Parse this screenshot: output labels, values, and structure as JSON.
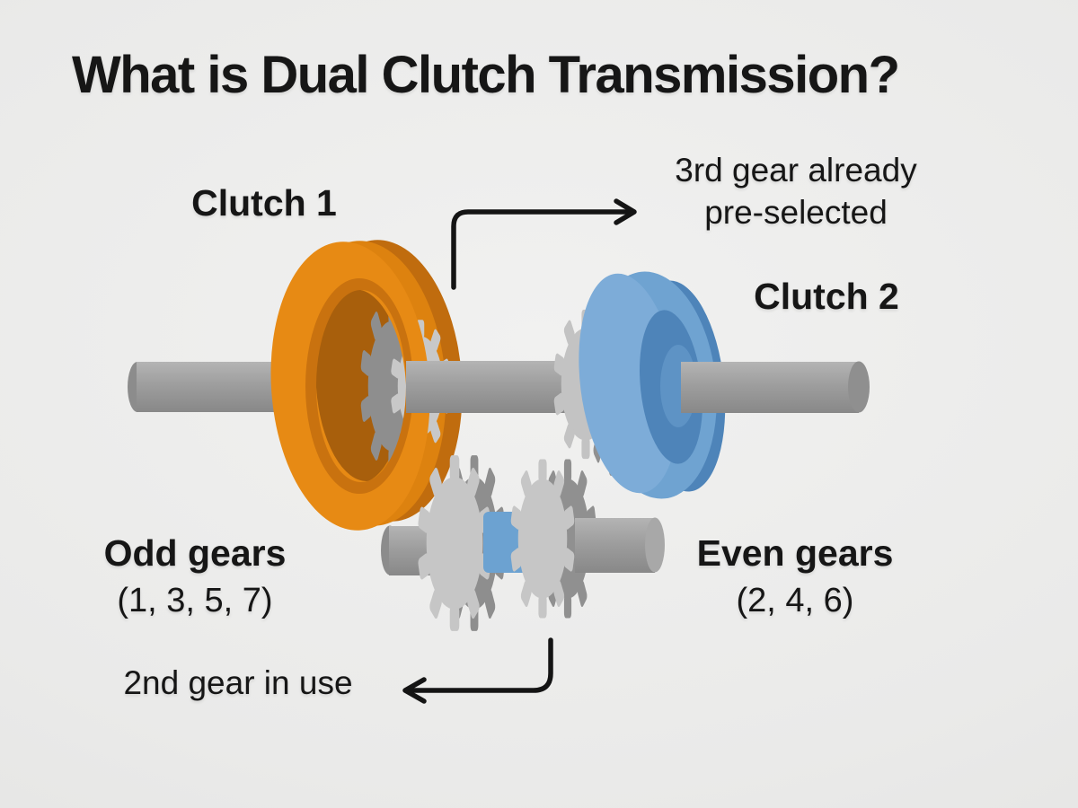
{
  "title": "What is Dual Clutch Transmission?",
  "diagram": {
    "clutch1_label": "Clutch 1",
    "clutch2_label": "Clutch 2",
    "annotation_preselected": "3rd gear already pre-selected",
    "annotation_in_use": "2nd gear in use",
    "odd_gears": {
      "label": "Odd gears",
      "values": "(1, 3, 5, 7)"
    },
    "even_gears": {
      "label": "Even gears",
      "values": "(2, 4, 6)"
    },
    "colors": {
      "background": "#EBEBEA",
      "clutch1_orange": "#E78A14",
      "clutch1_orange_dark": "#C9720F",
      "clutch2_blue": "#6FA3D1",
      "clutch2_blue_dark": "#4E84B9",
      "gear_light_gray": "#C6C6C6",
      "gear_dark_gray": "#8E8E8E",
      "shaft_gray": "#9C9C9C",
      "sleeve_blue": "#6CA2D1",
      "text": "#161616"
    }
  }
}
